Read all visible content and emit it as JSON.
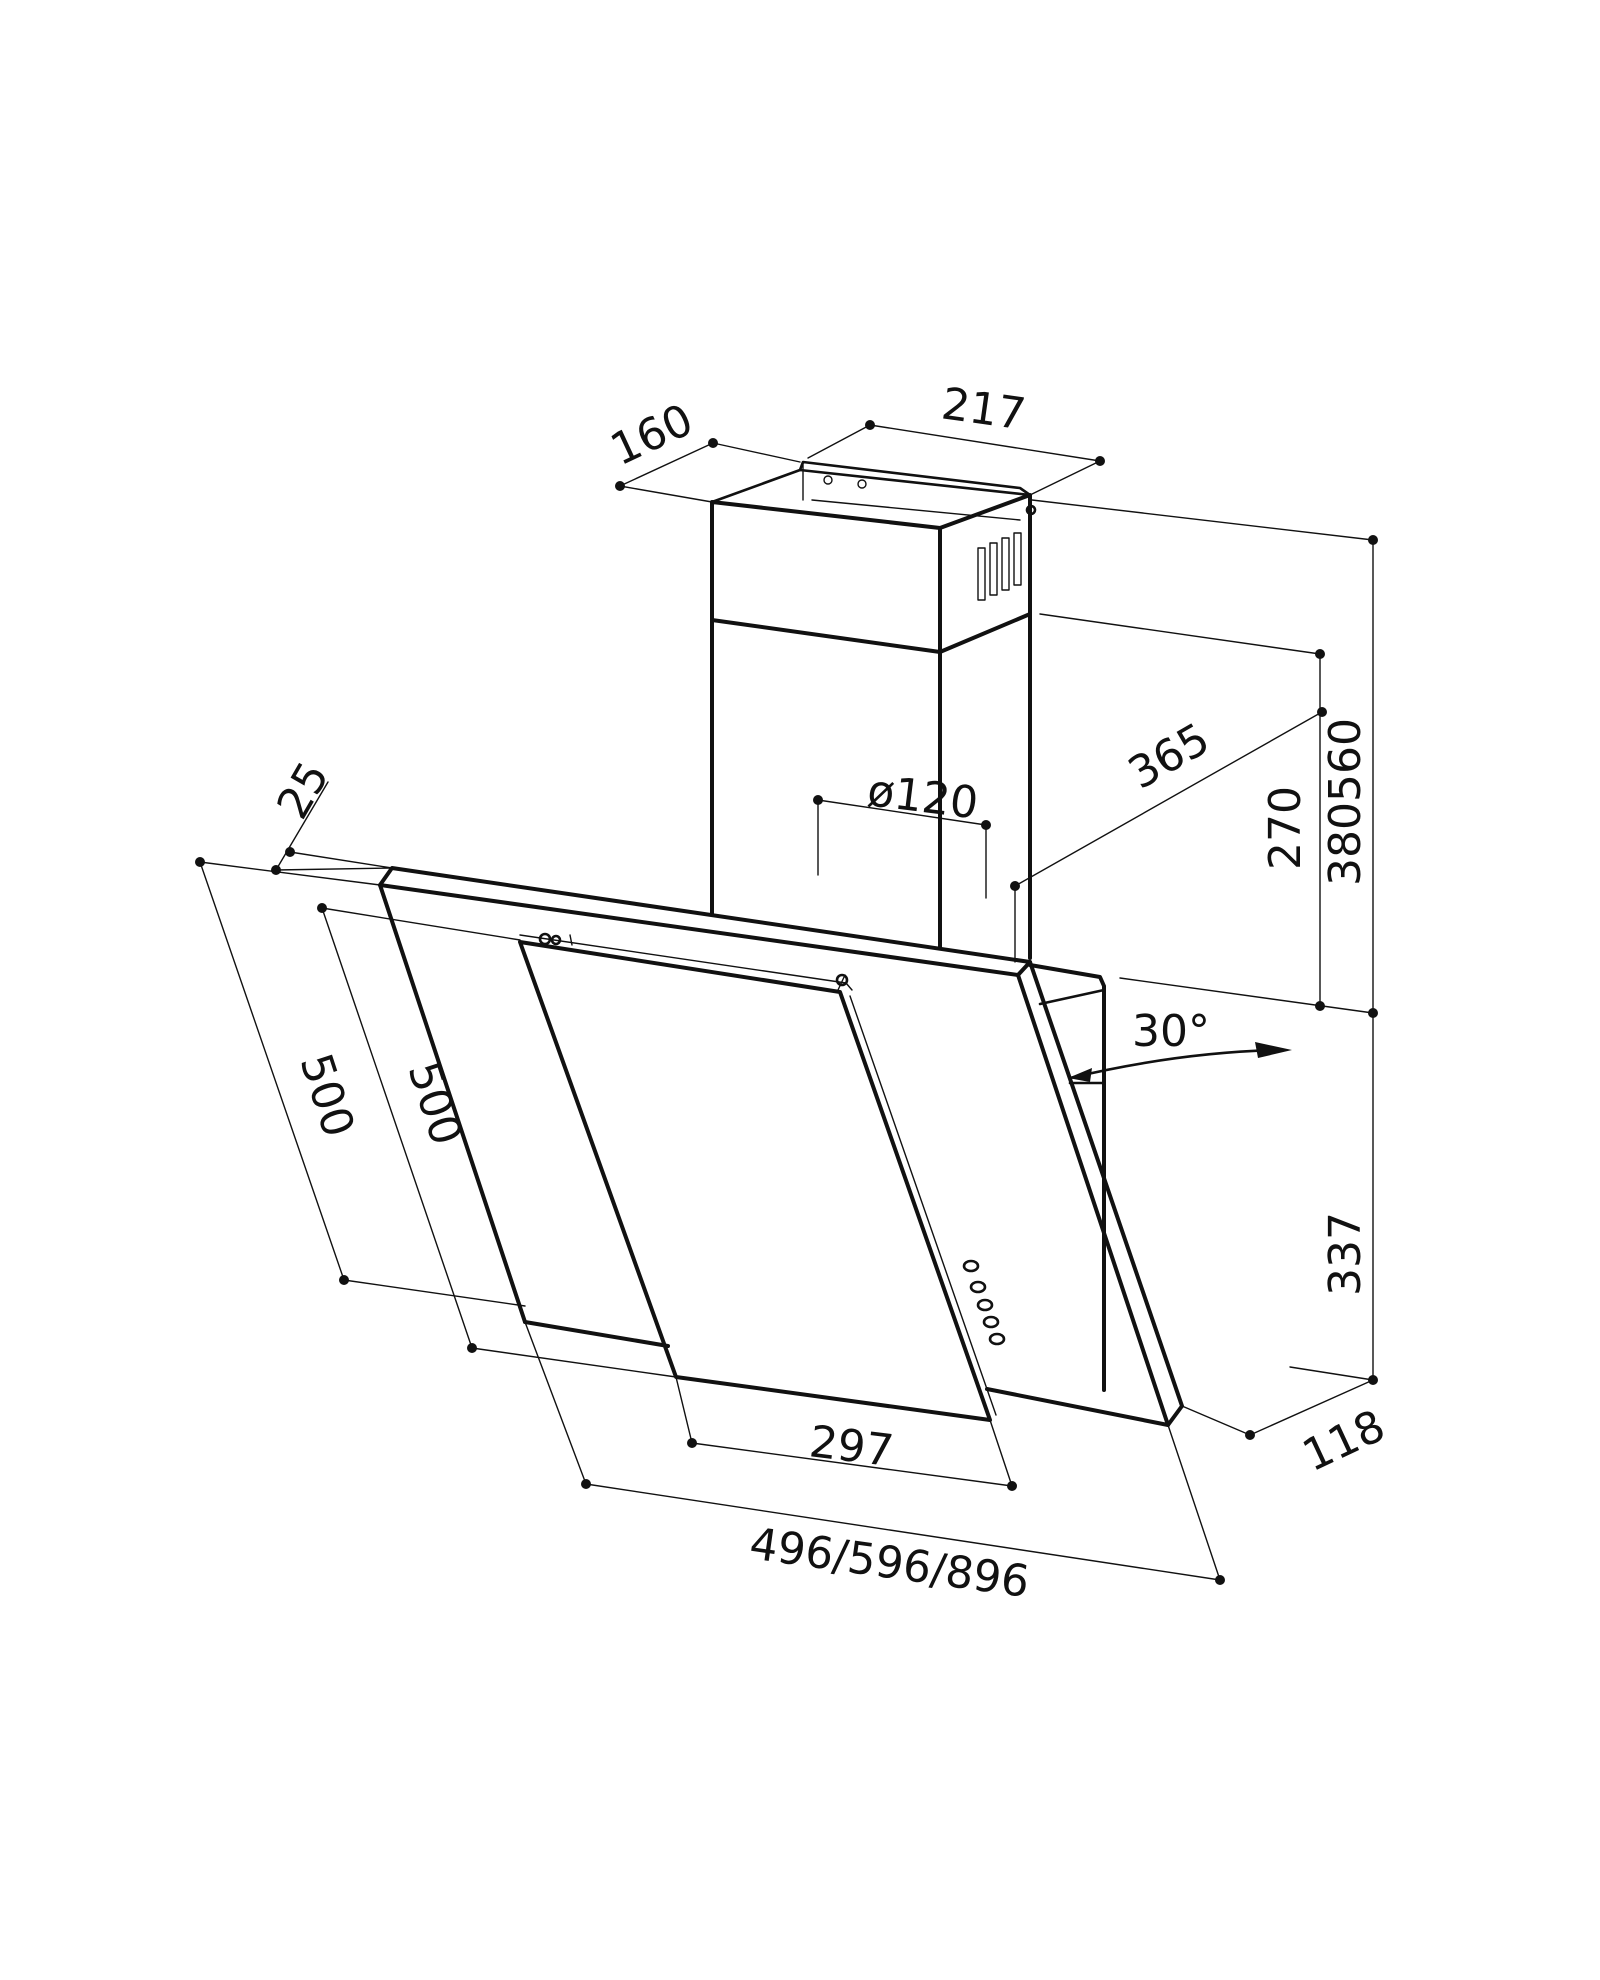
{
  "drawing": {
    "background": "#ffffff",
    "line_color": "#111111"
  },
  "dimensions": {
    "duct_depth": "160",
    "duct_width": "217",
    "glass_offset": "25",
    "outlet_diameter": "ø120",
    "slant_365": "365",
    "height_270": "270",
    "height_380560": "380560",
    "angle": "30°",
    "panel_height_outer": "500",
    "panel_height_inner": "500",
    "height_337": "337",
    "depth_118": "118",
    "glass_width": "297",
    "total_width": "496/596/896"
  }
}
